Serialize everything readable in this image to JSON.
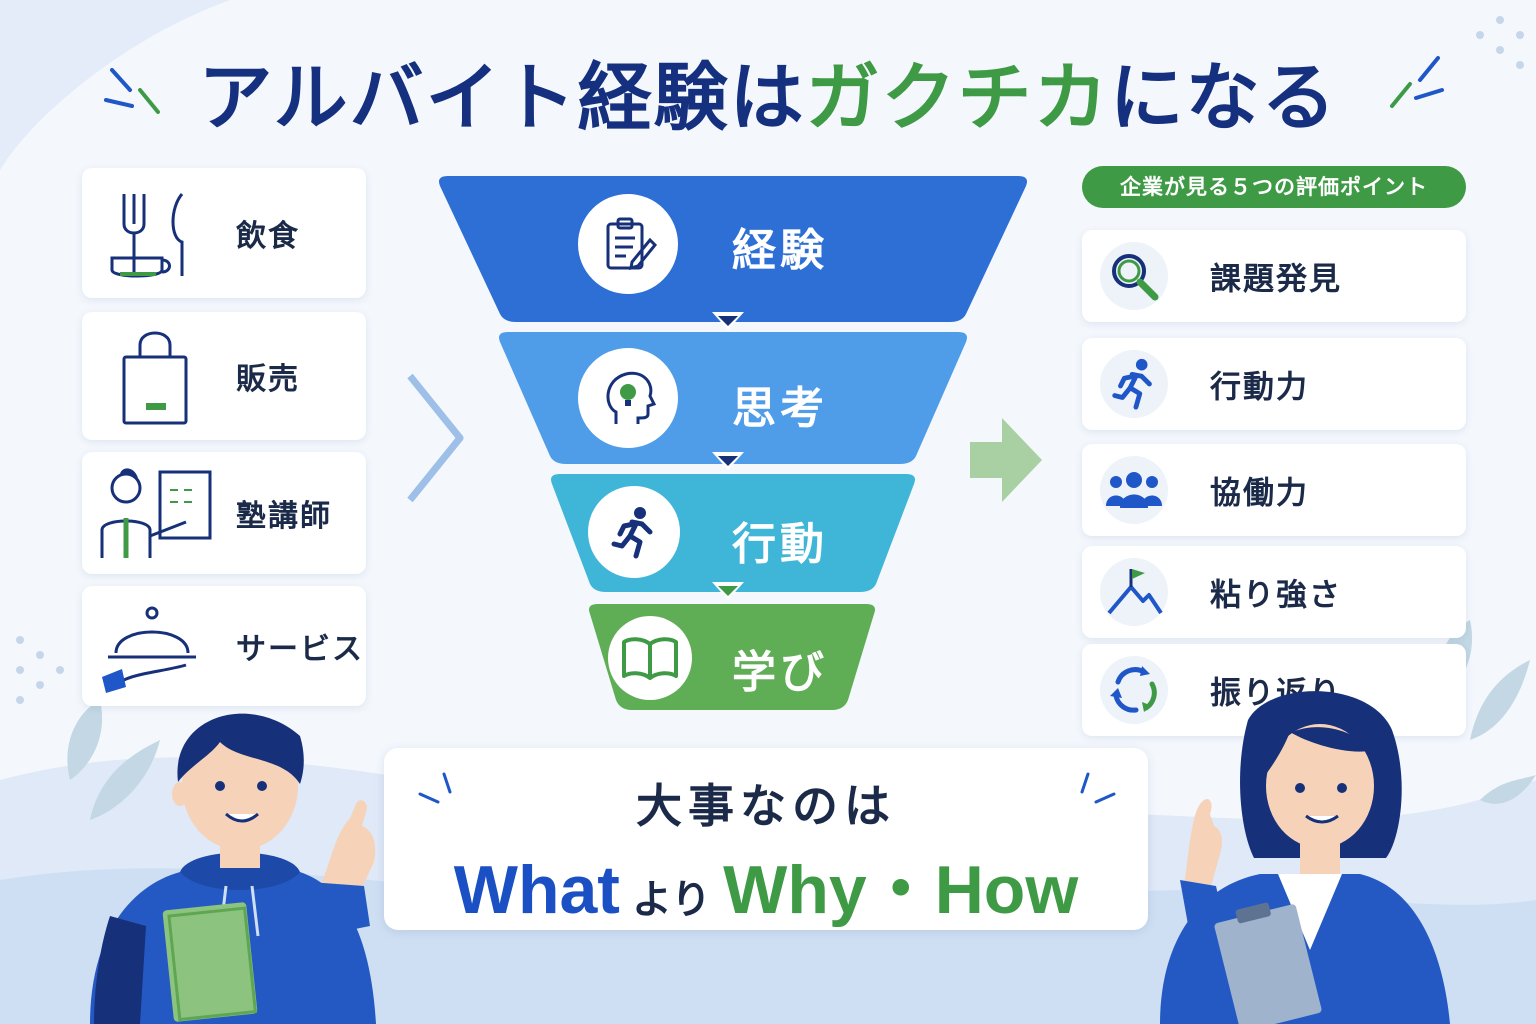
{
  "title": {
    "part1": "アルバイト経験は",
    "part2": "ガクチカ",
    "part3": "になる"
  },
  "jobs": [
    {
      "label": "飲食",
      "icon": "fork-knife-cup-icon"
    },
    {
      "label": "販売",
      "icon": "shopping-bag-icon"
    },
    {
      "label": "塾講師",
      "icon": "teacher-board-icon"
    },
    {
      "label": "サービス",
      "icon": "cloche-service-icon"
    }
  ],
  "funnel": [
    {
      "label": "経験",
      "icon": "clipboard-icon",
      "color": "#2e6fd6"
    },
    {
      "label": "思考",
      "icon": "head-idea-icon",
      "color": "#4f9de8"
    },
    {
      "label": "行動",
      "icon": "running-person-icon",
      "color": "#3fb6d8"
    },
    {
      "label": "学び",
      "icon": "open-book-icon",
      "color": "#5fae55"
    }
  ],
  "points": {
    "header": "企業が見る５つの評価ポイント",
    "items": [
      {
        "label": "課題発見",
        "icon": "magnifier-icon"
      },
      {
        "label": "行動力",
        "icon": "runner-icon"
      },
      {
        "label": "協働力",
        "icon": "team-icon"
      },
      {
        "label": "粘り強さ",
        "icon": "mountain-flag-icon"
      },
      {
        "label": "振り返り",
        "icon": "cycle-arrows-icon"
      }
    ]
  },
  "message": {
    "line1": "大事なのは",
    "what": "What",
    "yori": "より",
    "why_how": "Why・How"
  },
  "colors": {
    "navy": "#15307f",
    "green": "#3f9a45",
    "blue": "#1b4fc4"
  }
}
